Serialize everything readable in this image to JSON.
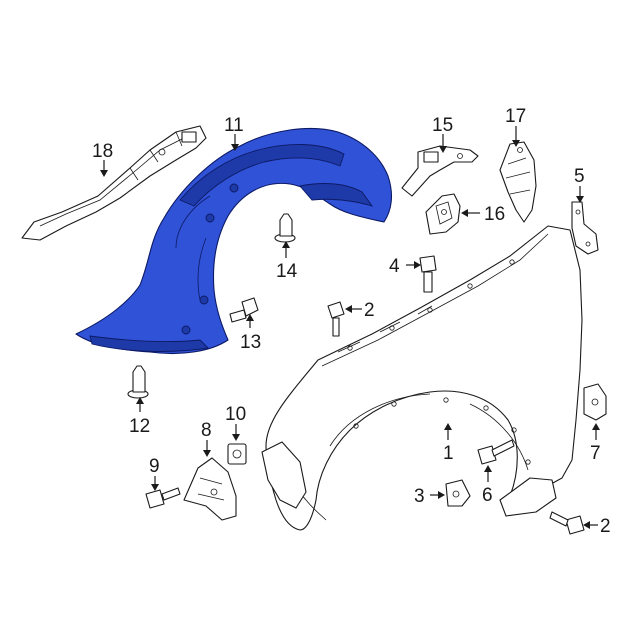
{
  "diagram": {
    "highlight_color": "#2f52d6",
    "highlighted_part": "11",
    "callouts": {
      "c1": "1",
      "c2a": "2",
      "c2b": "2",
      "c3": "3",
      "c4": "4",
      "c5": "5",
      "c6": "6",
      "c7": "7",
      "c8": "8",
      "c9": "9",
      "c10": "10",
      "c11": "11",
      "c12": "12",
      "c13": "13",
      "c14": "14",
      "c15": "15",
      "c16": "16",
      "c17": "17",
      "c18": "18"
    }
  }
}
